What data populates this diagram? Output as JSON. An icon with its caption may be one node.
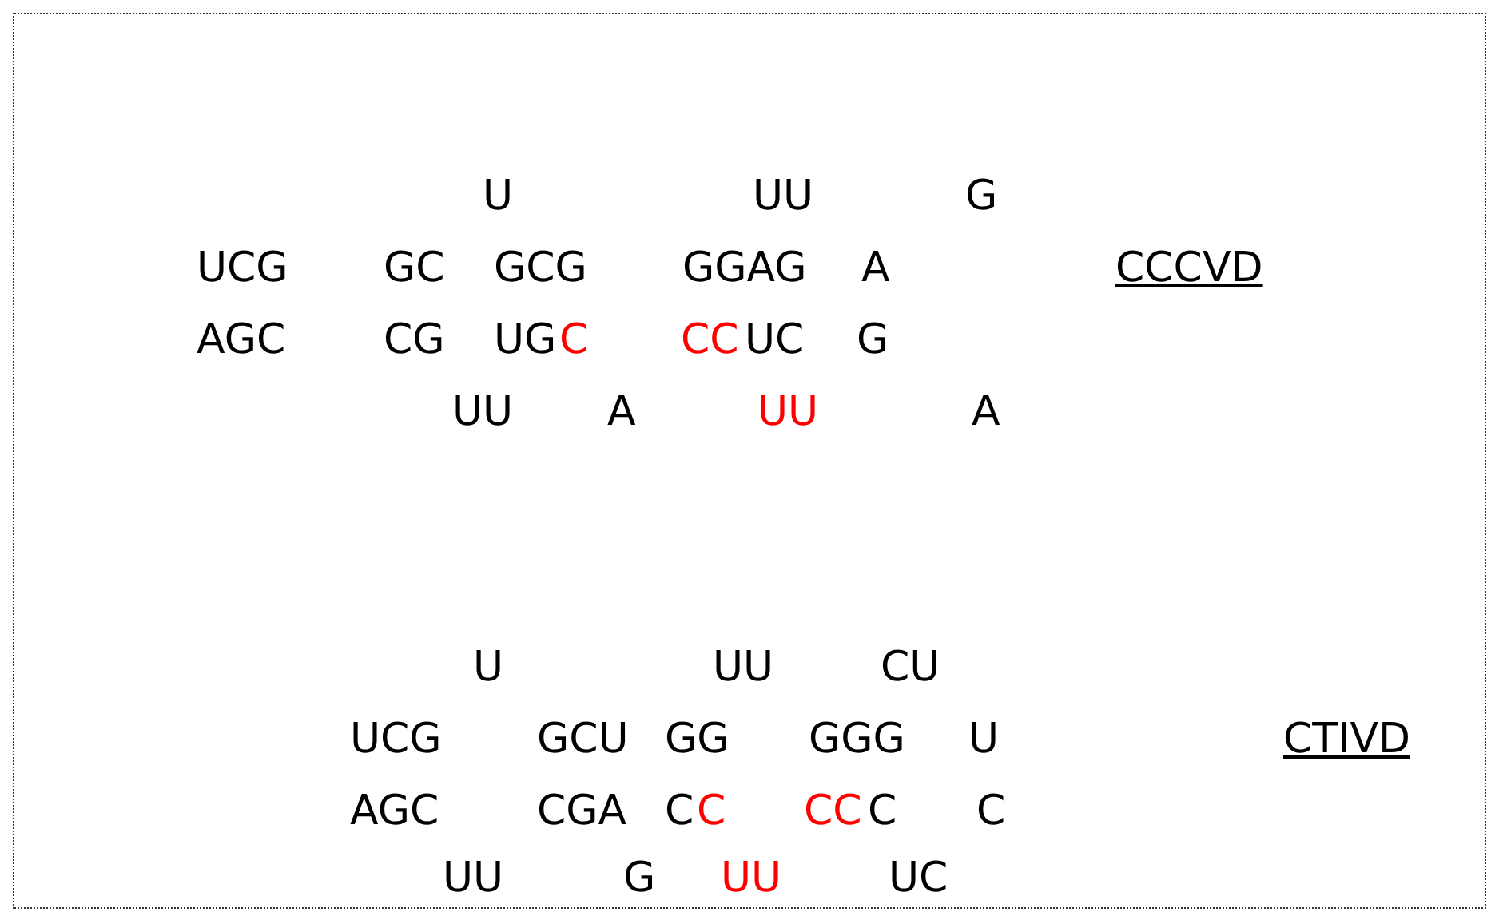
{
  "diagram": {
    "labels": [
      "U",
      "UU",
      "G",
      "UCG",
      "GC",
      "GCG",
      "GGAG",
      "A",
      "CCCVD",
      "AGC",
      "CG",
      "UG",
      "C",
      "CC",
      "UC",
      "G",
      "UU",
      "A",
      "UU",
      "A",
      "U",
      "UU",
      "CU",
      "UCG",
      "GCU",
      "GG",
      "GGG",
      "U",
      "CTIVD",
      "AGC",
      "CGA",
      "C",
      "C",
      "CC",
      "C",
      "C",
      "UU",
      "G",
      "UU",
      "UC"
    ]
  }
}
